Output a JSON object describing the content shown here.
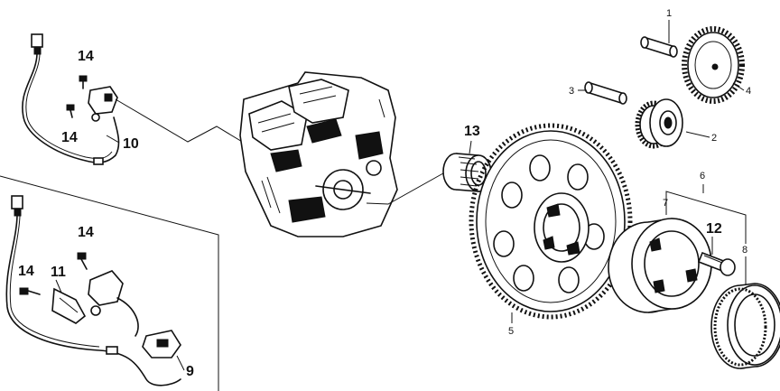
{
  "callouts": {
    "c1": "1",
    "c2": "2",
    "c3": "3",
    "c4": "4",
    "c5": "5",
    "c6": "6",
    "c7": "7",
    "c8": "8",
    "c9": "9",
    "c10": "10",
    "c11": "11",
    "c12": "12",
    "c13": "13",
    "c14a": "14",
    "c14b": "14",
    "c14c": "14",
    "c14d": "14"
  },
  "icons": {
    "engine": "engine-block-icon",
    "gear": "gear-icon",
    "pin": "shaft-pin-icon",
    "bearing": "needle-bearing-icon",
    "sensor": "pulse-generator-icon",
    "bolt": "bolt-icon"
  }
}
